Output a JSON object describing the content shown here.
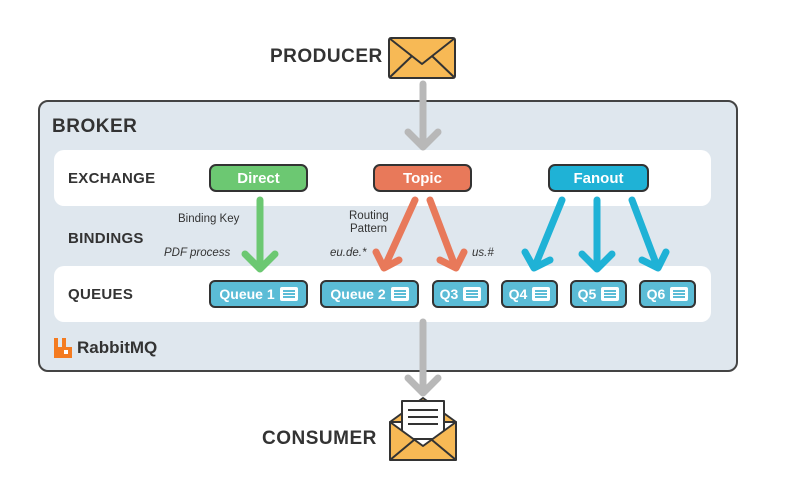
{
  "producer": {
    "label": "PRODUCER",
    "icon": "envelope-icon"
  },
  "consumer": {
    "label": "CONSUMER",
    "icon": "open-envelope-letter-icon"
  },
  "broker": {
    "label": "BROKER"
  },
  "rows": {
    "exchange": "EXCHANGE",
    "bindings": "BINDINGS",
    "queues": "QUEUES"
  },
  "exchanges": [
    {
      "label": "Direct",
      "color": "#6cc872"
    },
    {
      "label": "Topic",
      "color": "#e8795a"
    },
    {
      "label": "Fanout",
      "color": "#1fb2d6"
    }
  ],
  "bindings": {
    "binding_key": "Binding Key",
    "routing_pattern_line1": "Routing",
    "routing_pattern_line2": "Pattern",
    "pdf_process": "PDF process",
    "eu_de": "eu.de.*",
    "us": "us.#"
  },
  "queues": [
    {
      "label": "Queue 1"
    },
    {
      "label": "Queue 2"
    },
    {
      "label": "Q3"
    },
    {
      "label": "Q4"
    },
    {
      "label": "Q5"
    },
    {
      "label": "Q6"
    }
  ],
  "logo": {
    "label": "RabbitMQ",
    "icon": "rabbitmq-logo-icon",
    "color": "#f47b20"
  },
  "colors": {
    "arrow_gray": "#b8b8b8",
    "green": "#6cc872",
    "orange": "#e8795a",
    "blue": "#1fb2d6"
  }
}
